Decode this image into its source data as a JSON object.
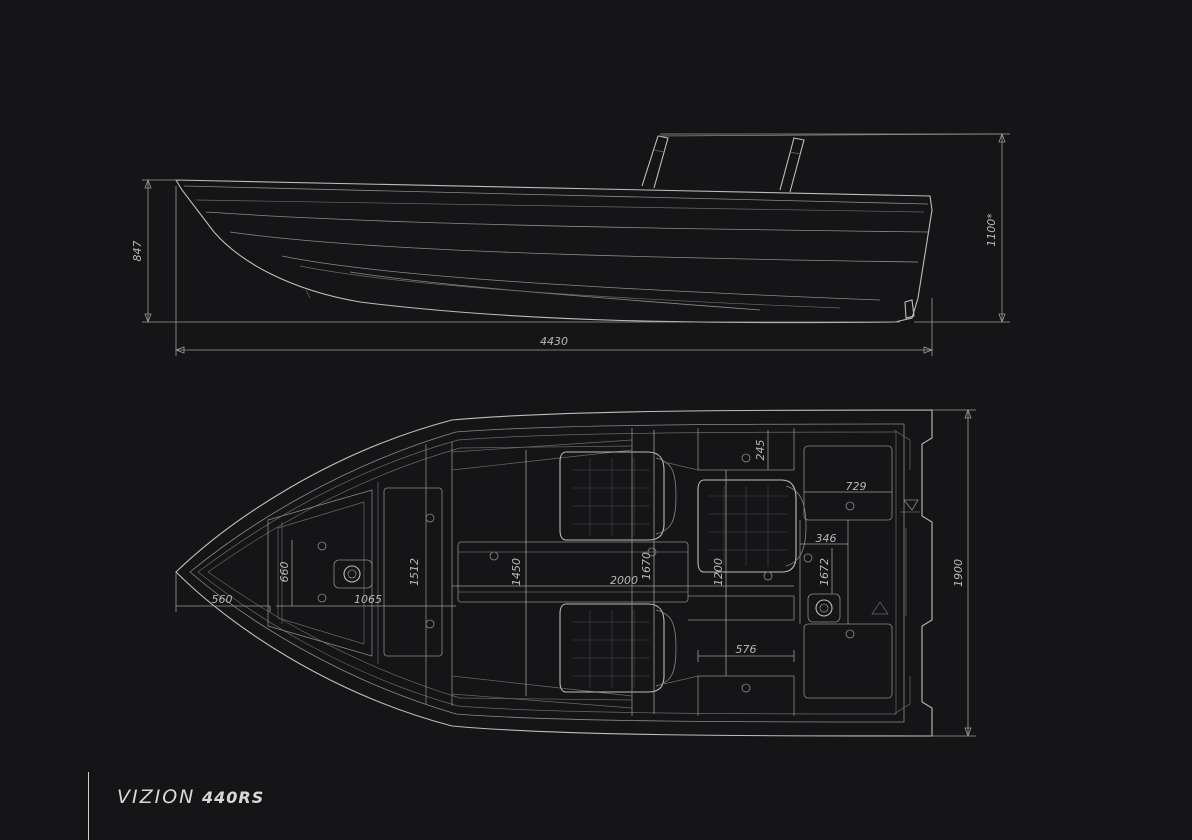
{
  "brand": {
    "name": "VIZION",
    "model": "440RS"
  },
  "colors": {
    "background": "#151517",
    "line": "#bdbdbd"
  },
  "side_view": {
    "dims": {
      "length": "4430",
      "height": "847",
      "height_with_console": "1100*"
    }
  },
  "plan_view": {
    "dims": {
      "beam": "1900",
      "bow_offset": "560",
      "bow_hatch_width": "660",
      "bow_hatch_length": "1065",
      "center_hatch": "1512",
      "bench_width": "1450",
      "floor_length": "2000",
      "deck_width": "1670",
      "cockpit_width": "1200",
      "stern_hatch": "729",
      "side_gap": "245",
      "stern_gap": "346",
      "transom_width": "1672",
      "seat_gap": "576"
    }
  }
}
